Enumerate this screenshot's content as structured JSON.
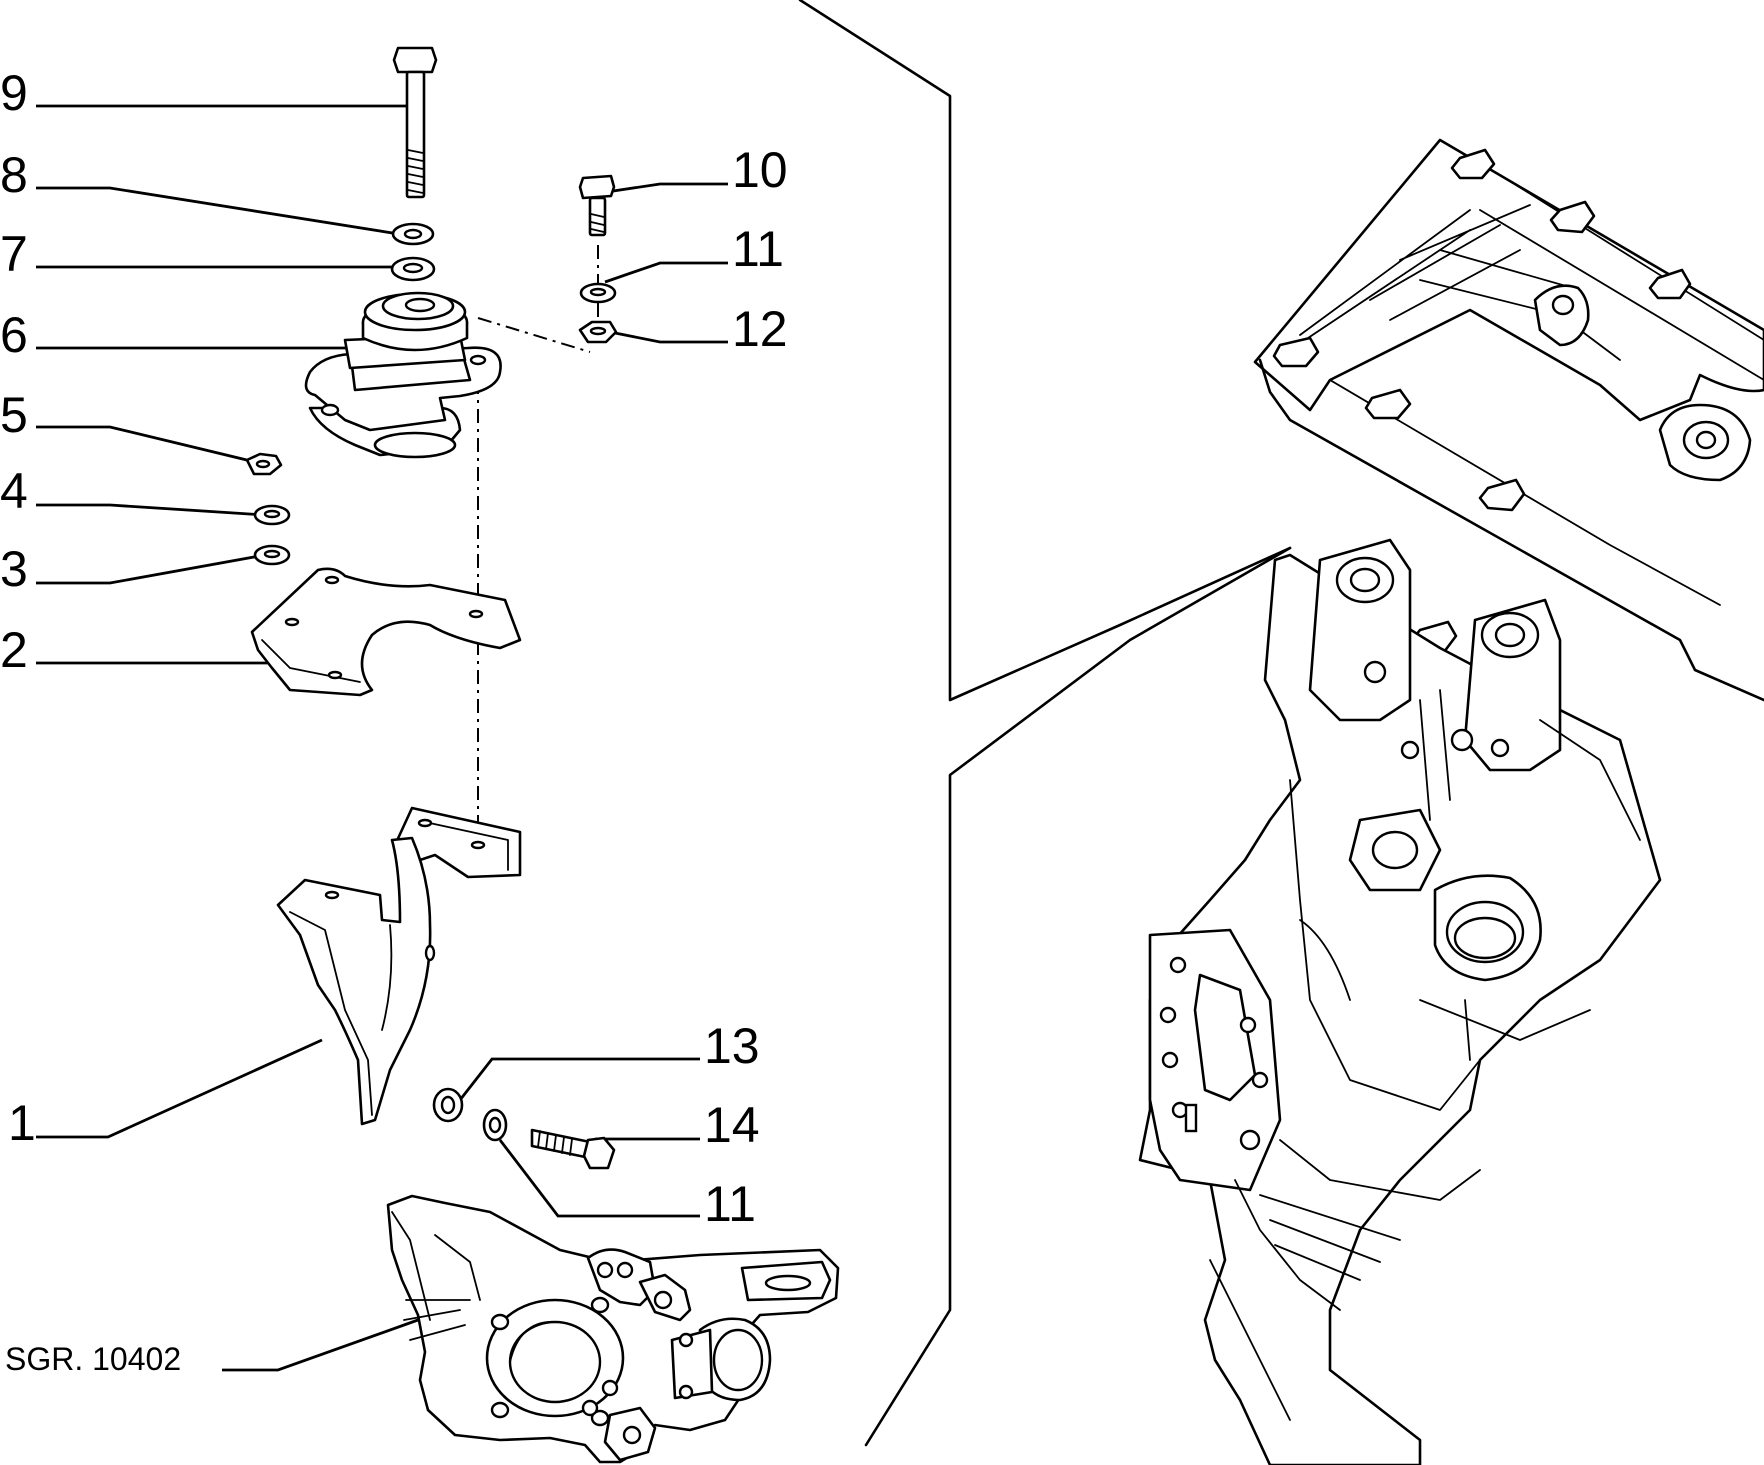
{
  "drawing": {
    "reference": "SGR. 10402",
    "callouts": [
      {
        "id": "c9",
        "label": "9"
      },
      {
        "id": "c8",
        "label": "8"
      },
      {
        "id": "c7",
        "label": "7"
      },
      {
        "id": "c6",
        "label": "6"
      },
      {
        "id": "c5",
        "label": "5"
      },
      {
        "id": "c4",
        "label": "4"
      },
      {
        "id": "c3",
        "label": "3"
      },
      {
        "id": "c2",
        "label": "2"
      },
      {
        "id": "c1",
        "label": "1"
      },
      {
        "id": "c10",
        "label": "10"
      },
      {
        "id": "c11a",
        "label": "11"
      },
      {
        "id": "c12",
        "label": "12"
      },
      {
        "id": "c13",
        "label": "13"
      },
      {
        "id": "c14",
        "label": "14"
      },
      {
        "id": "c11b",
        "label": "11"
      }
    ]
  }
}
